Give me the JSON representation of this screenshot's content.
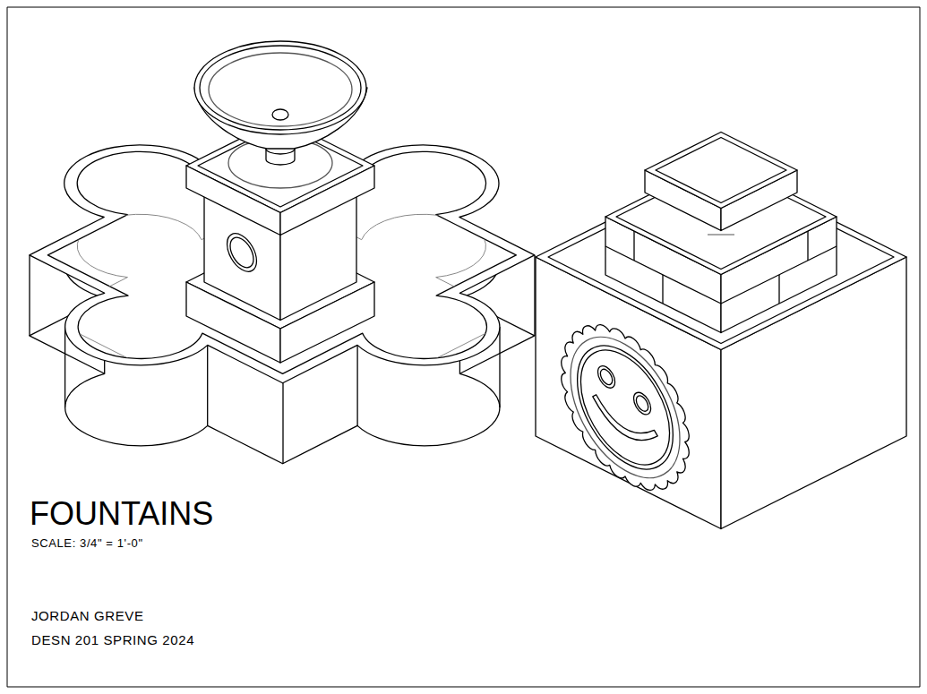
{
  "diagram": {
    "title": "FOUNTAINS",
    "labels": [
      "SCALE: 3/4\" = 1'-0\"",
      "JORDAN GREVE",
      "DESN 201 SPRING 2024"
    ]
  }
}
